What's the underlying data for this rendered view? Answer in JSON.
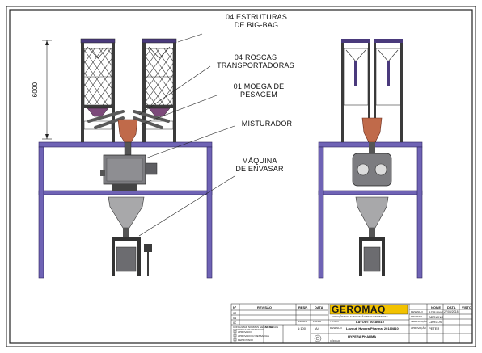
{
  "callouts": {
    "big_bag": [
      "04 ESTRUTURAS",
      "DE BIG-BAG"
    ],
    "roscas": [
      "04 ROSCAS",
      "TRANSPORTADORAS"
    ],
    "moega": [
      "01 MOEGA DE",
      "PESAGEM"
    ],
    "misturador": "MISTURADOR",
    "envasar": [
      "MÁQUINA",
      "DE ENVASAR"
    ]
  },
  "dimension_label": "6000",
  "colors": {
    "structure_purple": "#4a3a7c",
    "structure_blue": "#6f63b5",
    "hopper_red": "#c06a4a",
    "mixer_gray": "#7c7c80",
    "brand_yellow": "#f2c200"
  },
  "title_block": {
    "revision_header": {
      "no": "Nº",
      "revisao": "REVISÃO",
      "resp": "RESP.",
      "data": "DATA"
    },
    "revision_rows": [
      "02",
      "01",
      "00"
    ],
    "brand": "GEROMAQ",
    "brand_tagline": "SOLUÇÕES EM AUTOMAÇÃO PARA INDÚSTRIAS",
    "sign_headers": [
      "NOME",
      "DATA",
      "VISTO"
    ],
    "sign_rows": [
      {
        "role": "DESENHO",
        "name": "ADRIANO",
        "date": "27/08/2018"
      },
      {
        "role": "PROJETO",
        "name": "ADRIANO",
        "date": ""
      },
      {
        "role": "VERIFICAÇÃO",
        "name": "CARLOS",
        "date": ""
      },
      {
        "role": "APROVAÇÃO",
        "name": "PETER",
        "date": ""
      }
    ],
    "note_1": "CONSULTAR NORMAS GERAIS DE",
    "note_2": "CONTROLE DE DESENHOS",
    "escala_label": "ESCALA",
    "escala": "1:100",
    "folha_label": "FOLHA",
    "folha": "A4",
    "titulo_label": "TÍTULO",
    "titulo": "LAYOUT 20180810",
    "desenho_label": "DESENHO",
    "desenho": "Layout_Hypera Pharma_20180810",
    "cliente": "HYPERA PHARMA",
    "materiais_label": "MATERIAIS",
    "checkboxes": [
      "APROVADO",
      "APROVADO C/ RESSALVAS",
      "REPROVADO"
    ],
    "codigo_label": "CÓDIGO"
  }
}
